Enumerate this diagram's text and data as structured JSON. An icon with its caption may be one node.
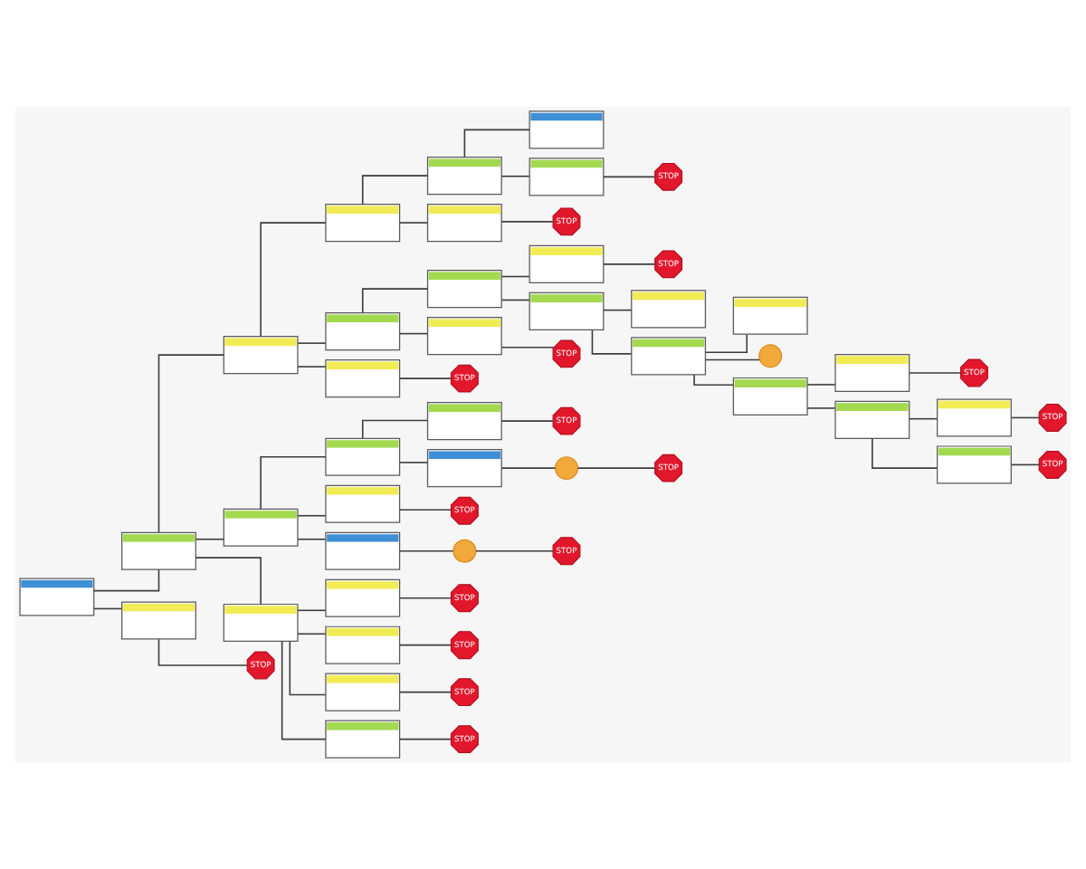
{
  "diagram": {
    "nodes": [
      {
        "text": [],
        "shape": "box"
      },
      {
        "text": [],
        "shape": "box"
      },
      {
        "text": [],
        "shape": "box"
      },
      {
        "text": [],
        "shape": "box"
      },
      {
        "text": [],
        "shape": "box"
      },
      {
        "text": [],
        "shape": "box"
      },
      {
        "text": [],
        "shape": "box"
      },
      {
        "text": [
          "STOP"
        ]
      },
      {
        "text": [],
        "shape": "box"
      },
      {
        "text": [
          "STOP"
        ]
      },
      {
        "text": [],
        "shape": "box"
      },
      {
        "text": [],
        "shape": "box"
      },
      {
        "text": [],
        "shape": "box"
      },
      {
        "text": [
          "STOP"
        ]
      },
      {
        "text": [],
        "shape": "box"
      },
      {
        "text": [],
        "shape": "box"
      },
      {
        "text": [],
        "shape": "box"
      },
      {
        "text": [],
        "shape": "box"
      },
      {
        "text": [],
        "shape": "circle"
      },
      {
        "text": [],
        "shape": "box"
      },
      {
        "text": [],
        "shape": "box"
      },
      {
        "text": [
          "STOP"
        ]
      },
      {
        "text": [],
        "shape": "box"
      },
      {
        "text": [],
        "shape": "box"
      },
      {
        "text": [
          "STOP"
        ]
      },
      {
        "text": [],
        "shape": "box"
      },
      {
        "text": [
          "STOP"
        ]
      },
      {
        "text": [],
        "shape": "box"
      },
      {
        "text": [
          "STOP"
        ]
      },
      {
        "text": [],
        "shape": "box"
      },
      {
        "text": [
          "STOP"
        ]
      },
      {
        "text": [],
        "shape": "box"
      },
      {
        "text": [],
        "shape": "box"
      },
      {
        "text": [],
        "shape": "box"
      },
      {
        "text": [
          "STOP"
        ]
      },
      {
        "text": [],
        "shape": "box"
      },
      {
        "text": [],
        "shape": "circle"
      },
      {
        "text": [
          "STOP"
        ]
      },
      {
        "text": [],
        "shape": "box"
      },
      {
        "text": [
          "STOP"
        ]
      },
      {
        "text": [],
        "shape": "box"
      },
      {
        "text": [],
        "shape": "circle"
      },
      {
        "text": [
          "STOP"
        ]
      },
      {
        "text": [],
        "shape": "box"
      },
      {
        "text": [],
        "shape": "box"
      },
      {
        "text": [
          "STOP"
        ]
      },
      {
        "text": [],
        "shape": "box"
      },
      {
        "text": [
          "STOP"
        ]
      },
      {
        "text": [],
        "shape": "box"
      },
      {
        "text": [
          "STOP"
        ]
      },
      {
        "text": [],
        "shape": "box"
      },
      {
        "text": [
          "STOP"
        ]
      },
      {
        "text": [],
        "shape": "box"
      },
      {
        "text": [
          "STOP"
        ]
      }
    ],
    "edges": [
      {
        "from": 0,
        "to": 1,
        "arrow": "none"
      },
      {
        "from": 1,
        "to": 2,
        "arrow": "none"
      },
      {
        "from": 2,
        "to": 3,
        "arrow": "none"
      },
      {
        "from": 3,
        "to": 4,
        "arrow": "none"
      },
      {
        "from": 4,
        "to": 5,
        "arrow": "none"
      },
      {
        "from": 4,
        "to": 6,
        "arrow": "none"
      },
      {
        "from": 6,
        "to": 7,
        "arrow": "none"
      },
      {
        "from": 3,
        "to": 8,
        "arrow": "none"
      },
      {
        "from": 8,
        "to": 9,
        "arrow": "none"
      },
      {
        "from": 2,
        "to": 10,
        "arrow": "none"
      },
      {
        "from": 10,
        "to": 11,
        "arrow": "none"
      },
      {
        "from": 11,
        "to": 12,
        "arrow": "none"
      },
      {
        "from": 12,
        "to": 13,
        "arrow": "none"
      },
      {
        "from": 11,
        "to": 14,
        "arrow": "none"
      },
      {
        "from": 14,
        "to": 15,
        "arrow": "none"
      },
      {
        "from": 14,
        "to": 16,
        "arrow": "none"
      },
      {
        "from": 16,
        "to": 17,
        "arrow": "none"
      },
      {
        "from": 16,
        "to": 18,
        "arrow": "none"
      },
      {
        "from": 16,
        "to": 19,
        "arrow": "none"
      },
      {
        "from": 19,
        "to": 20,
        "arrow": "none"
      },
      {
        "from": 20,
        "to": 21,
        "arrow": "none"
      },
      {
        "from": 19,
        "to": 22,
        "arrow": "none"
      },
      {
        "from": 22,
        "to": 23,
        "arrow": "none"
      },
      {
        "from": 23,
        "to": 24,
        "arrow": "none"
      },
      {
        "from": 22,
        "to": 25,
        "arrow": "none"
      },
      {
        "from": 25,
        "to": 26,
        "arrow": "none"
      },
      {
        "from": 10,
        "to": 27,
        "arrow": "none"
      },
      {
        "from": 27,
        "to": 28,
        "arrow": "none"
      },
      {
        "from": 2,
        "to": 29,
        "arrow": "none"
      },
      {
        "from": 29,
        "to": 30,
        "arrow": "none"
      },
      {
        "from": 1,
        "to": 31,
        "arrow": "none"
      },
      {
        "from": 31,
        "to": 32,
        "arrow": "none"
      },
      {
        "from": 32,
        "to": 33,
        "arrow": "none"
      },
      {
        "from": 33,
        "to": 34,
        "arrow": "none"
      },
      {
        "from": 32,
        "to": 35,
        "arrow": "none"
      },
      {
        "from": 35,
        "to": 36,
        "arrow": "none"
      },
      {
        "from": 36,
        "to": 37,
        "arrow": "none"
      },
      {
        "from": 31,
        "to": 38,
        "arrow": "none"
      },
      {
        "from": 38,
        "to": 39,
        "arrow": "none"
      },
      {
        "from": 31,
        "to": 40,
        "arrow": "none"
      },
      {
        "from": 40,
        "to": 41,
        "arrow": "none"
      },
      {
        "from": 41,
        "to": 42,
        "arrow": "none"
      },
      {
        "from": 1,
        "to": 43,
        "arrow": "none"
      },
      {
        "from": 43,
        "to": 44,
        "arrow": "none"
      },
      {
        "from": 44,
        "to": 45,
        "arrow": "none"
      },
      {
        "from": 43,
        "to": 46,
        "arrow": "none"
      },
      {
        "from": 46,
        "to": 47,
        "arrow": "none"
      },
      {
        "from": 43,
        "to": 48,
        "arrow": "none"
      },
      {
        "from": 48,
        "to": 49,
        "arrow": "none"
      },
      {
        "from": 43,
        "to": 50,
        "arrow": "none"
      },
      {
        "from": 50,
        "to": 51,
        "arrow": "none"
      },
      {
        "from": 0,
        "to": 52,
        "arrow": "none"
      },
      {
        "from": 52,
        "to": 53,
        "arrow": "none"
      }
    ]
  }
}
